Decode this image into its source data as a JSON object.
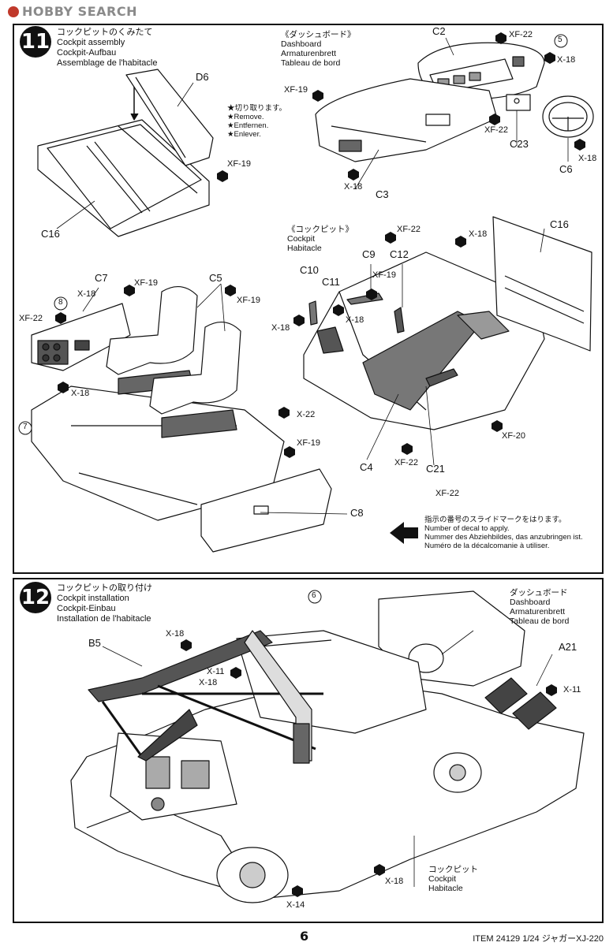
{
  "site": {
    "logo_text": "HOBBY SEARCH"
  },
  "step11": {
    "number": "11",
    "title_jp": "コックピットのくみたて",
    "title_en": "Cockpit assembly",
    "title_de": "Cockpit-Aufbau",
    "title_fr": "Assemblage de l'habitacle",
    "remove_note": [
      "★切り取ります。",
      "★Remove.",
      "★Entfernen.",
      "★Enlever."
    ],
    "parts": {
      "d6": "D6",
      "c16a": "C16",
      "c16b": "C16",
      "c2": "C2",
      "c3": "C3",
      "c6": "C6",
      "c23": "C23",
      "c7": "C7",
      "c5": "C5",
      "c8": "C8",
      "c9": "C9",
      "c10": "C10",
      "c11": "C11",
      "c12": "C12",
      "c4": "C4",
      "c21": "C21"
    },
    "screws": {
      "xf19_a": "XF-19",
      "xf22_a": "XF-22",
      "x18_a": "X-18",
      "xf19_b": "XF-19",
      "xf22_b": "XF-22",
      "x18_b": "X-18",
      "x18_c": "X-18",
      "xf19_c": "XF-19",
      "xf19_d": "XF-19",
      "x18_d": "X-18",
      "xf22_c": "XF-22",
      "x18_e": "X-18",
      "x22": "X-22",
      "xf19_e": "XF-19",
      "xf22_d": "XF-22",
      "x18_f": "X-18",
      "xf19_f": "XF-19",
      "x18_g": "X-18",
      "x18_h": "X-18",
      "xf20": "XF-20",
      "xf22_e": "XF-22",
      "xf22_f": "XF-22",
      "x18_i": "X-18"
    },
    "decals": {
      "d5": "5",
      "d8": "8",
      "d7": "7"
    },
    "dashboard_label": [
      "《ダッシュボード》",
      "Dashboard",
      "Armaturenbrett",
      "Tableau de bord"
    ],
    "cockpit_label": [
      "《コックピット》",
      "Cockpit",
      "Habitacle"
    ],
    "decal_note": [
      "指示の番号のスライドマークをはります。",
      "Number of decal to apply.",
      "Nummer des Abziehbildes, das anzubringen ist.",
      "Numéro de la décalcomanie à utiliser."
    ]
  },
  "step12": {
    "number": "12",
    "title_jp": "コックピットの取り付け",
    "title_en": "Cockpit installation",
    "title_de": "Cockpit-Einbau",
    "title_fr": "Installation de l'habitacle",
    "parts": {
      "b5": "B5",
      "a21": "A21"
    },
    "screws": {
      "x18_a": "X-18",
      "x11_a": "X-11",
      "x18_b": "X-18",
      "x11_b": "X-11",
      "x18_c": "X-18",
      "x14": "X-14"
    },
    "decals": {
      "d6": "6"
    },
    "dashboard_label": [
      "ダッシュボード",
      "Dashboard",
      "Armaturenbrett",
      "Tableau de bord"
    ],
    "cockpit_label": [
      "コックピット",
      "Cockpit",
      "Habitacle"
    ]
  },
  "footer": {
    "page_number": "6",
    "item": "ITEM  24129  1/24 ジャガーXJ-220"
  }
}
